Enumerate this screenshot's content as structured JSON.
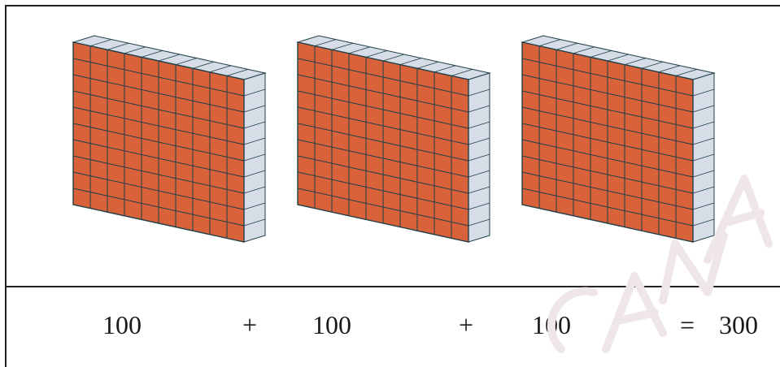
{
  "equation": {
    "term1": "100",
    "plus1": "+",
    "term2": "100",
    "plus2": "+",
    "term3": "100",
    "equals": "=",
    "result": "300"
  },
  "blocks": {
    "count": 3,
    "grid_rows": 10,
    "grid_cols": 10,
    "face_color": "#d9623a",
    "side_color": "#d6dde6",
    "line_color": "#1f3f48"
  },
  "watermark": {
    "color": "#efe7e7"
  }
}
